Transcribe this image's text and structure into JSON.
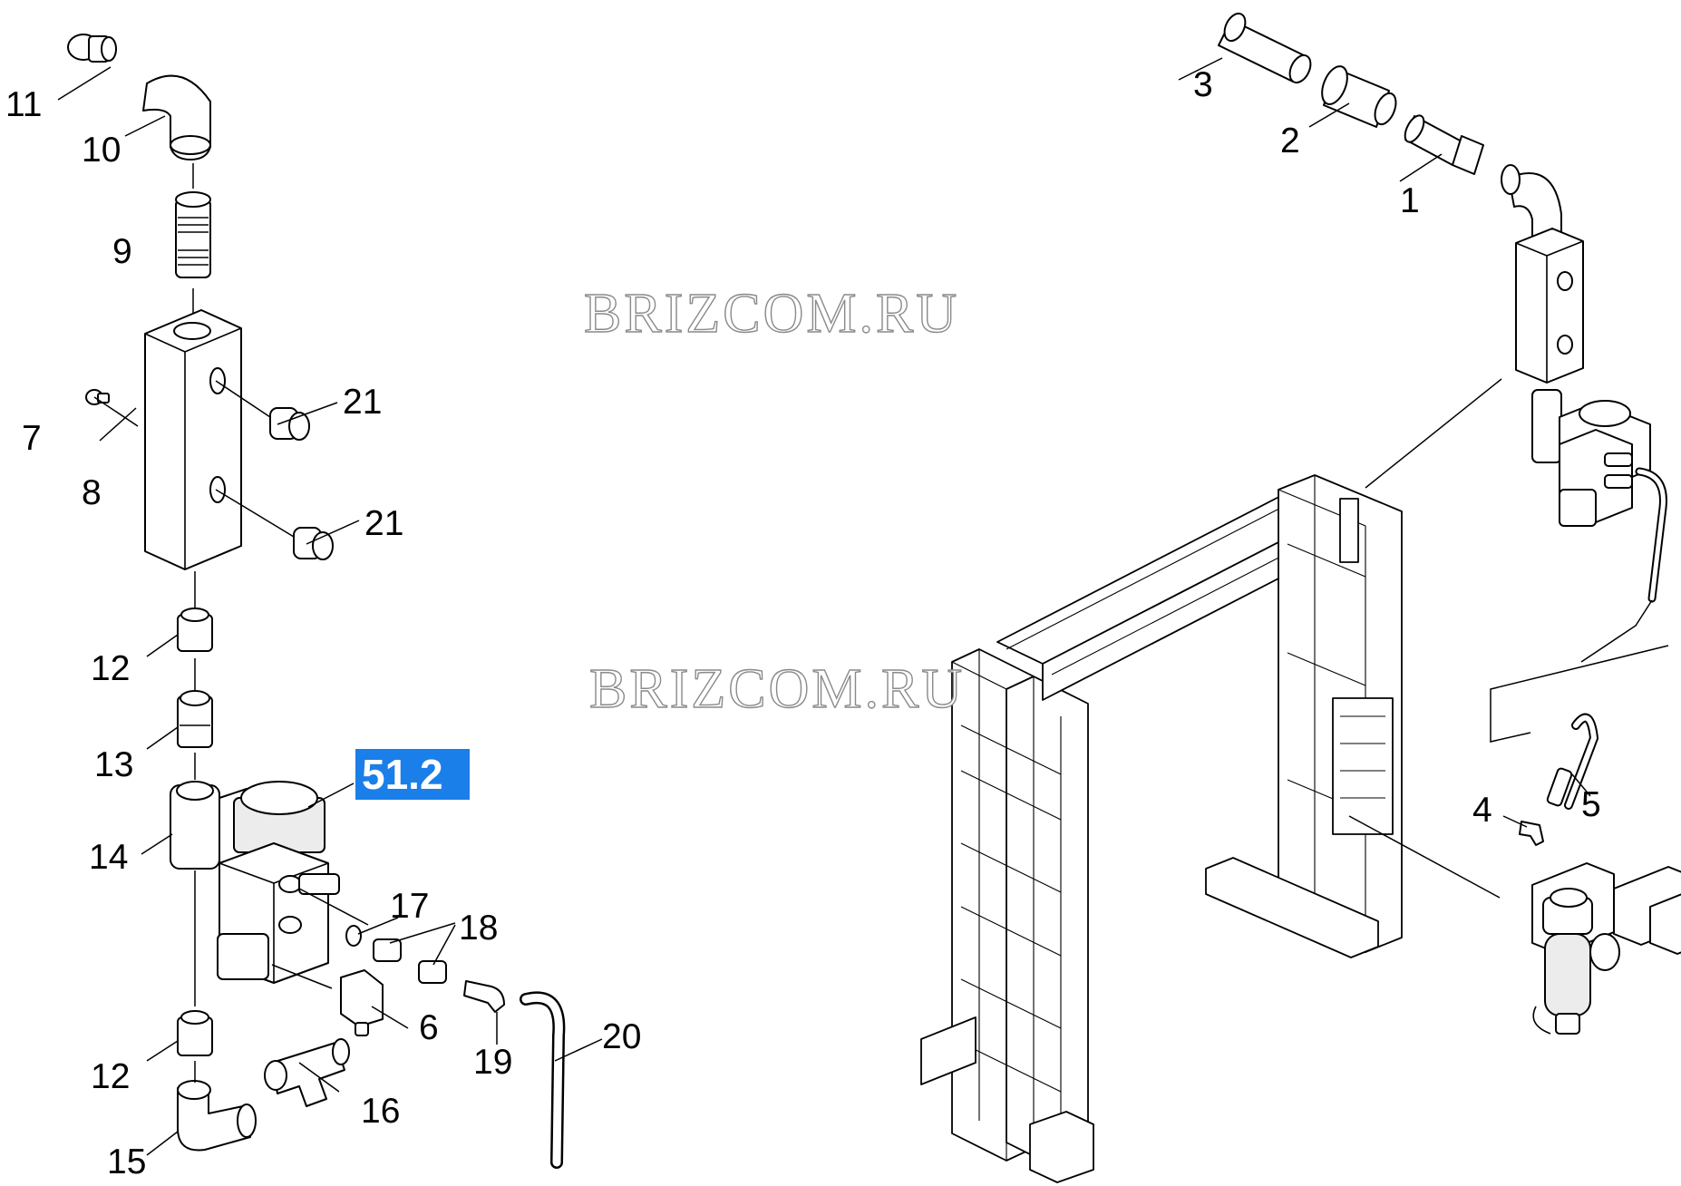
{
  "watermarks": [
    "BRIZCOM.RU",
    "BRIZCOM.RU"
  ],
  "reference_badge": {
    "label": "51.2",
    "color": "#1a7fe8"
  },
  "callouts": {
    "c1": "1",
    "c2": "2",
    "c3": "3",
    "c4": "4",
    "c5": "5",
    "c6": "6",
    "c7": "7",
    "c8": "8",
    "c9": "9",
    "c10": "10",
    "c11": "11",
    "c12a": "12",
    "c12b": "12",
    "c13": "13",
    "c14": "14",
    "c15": "15",
    "c16": "16",
    "c17": "17",
    "c18": "18",
    "c19": "19",
    "c20": "20",
    "c21a": "21",
    "c21b": "21"
  }
}
